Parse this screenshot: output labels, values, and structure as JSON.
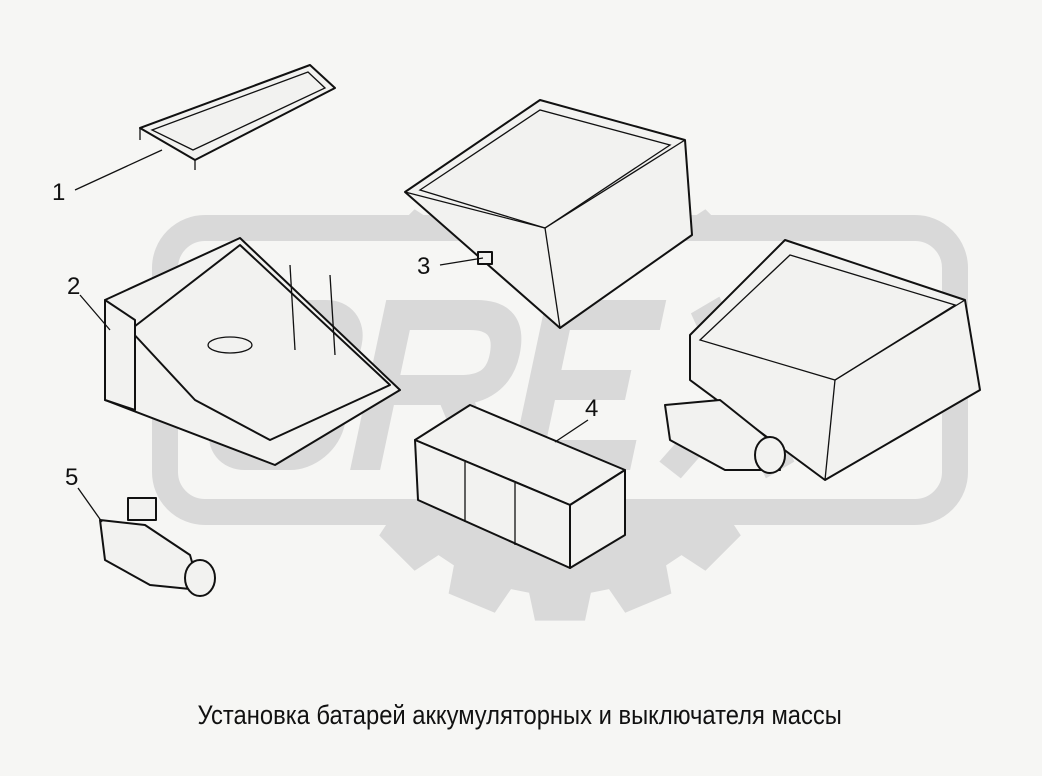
{
  "caption": "Установка батарей аккумуляторных и выключателя массы",
  "callouts": [
    {
      "number": "1",
      "part": "frame"
    },
    {
      "number": "2",
      "part": "tray"
    },
    {
      "number": "3",
      "part": "lid"
    },
    {
      "number": "4",
      "part": "battery"
    },
    {
      "number": "5",
      "part": "mass-switch"
    }
  ],
  "watermark": {
    "text": "OREX",
    "color": "#d9d9d9"
  },
  "colors": {
    "background": "#f6f6f4",
    "ink": "#111111"
  }
}
